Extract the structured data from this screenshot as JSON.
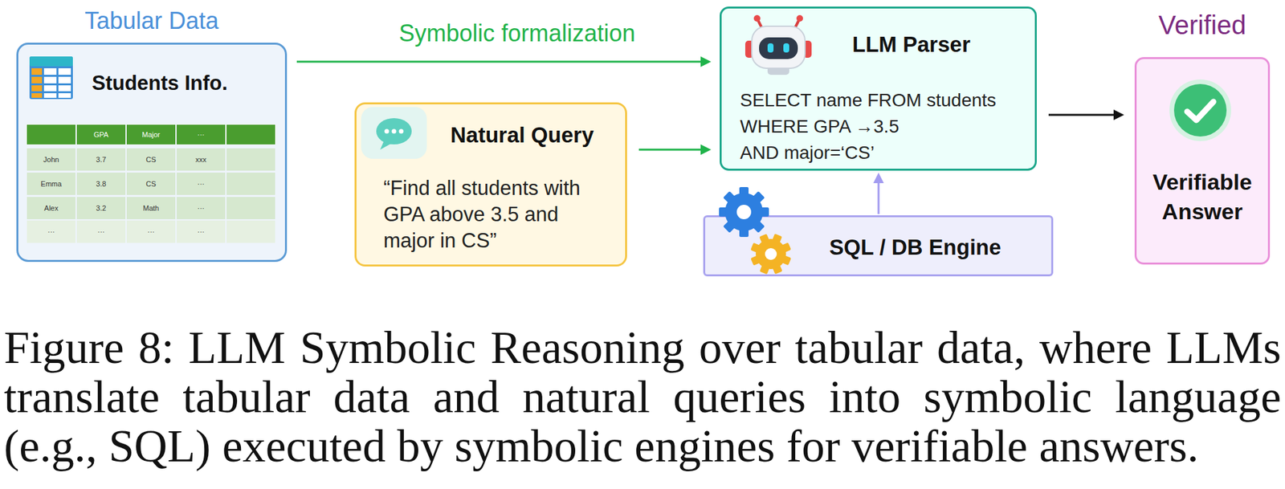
{
  "diagram": {
    "caption": "Figure 8: LLM Symbolic Reasoning over tabular data, where LLMs translate tabular data and natural queries into symbolic language (e.g., SQL) executed by symbolic engines for verifiable answers.",
    "nodes": [
      {
        "text": [
          "Tabular Data",
          "Students Info."
        ]
      },
      {
        "text": [
          "Natural Query",
          "“Find all students with GPA above 3.5 and major in CS”"
        ]
      },
      {
        "text": [
          "LLM Parser",
          "SELECT name FROM students WHERE GPA →3.5 AND major=‘CS’"
        ]
      },
      {
        "text": [
          "SQL / DB Engine"
        ]
      },
      {
        "text": [
          "Verified",
          "Verifiable Answer"
        ]
      }
    ],
    "edges": [
      {
        "from": 0,
        "to": 2,
        "label": "Symbolic formalization",
        "arrow": "to"
      },
      {
        "from": 1,
        "to": 2,
        "arrow": "to"
      },
      {
        "from": 3,
        "to": 2,
        "arrow": "to"
      },
      {
        "from": 2,
        "to": 4,
        "arrow": "to"
      }
    ],
    "labels": [
      "GPA",
      "Major",
      "···",
      "John",
      "3.7",
      "CS",
      "xxx",
      "Emma",
      "3.8",
      "CS",
      "···",
      "Alex",
      "3.2",
      "Math",
      "···",
      "···",
      "···",
      "···",
      "···"
    ]
  }
}
